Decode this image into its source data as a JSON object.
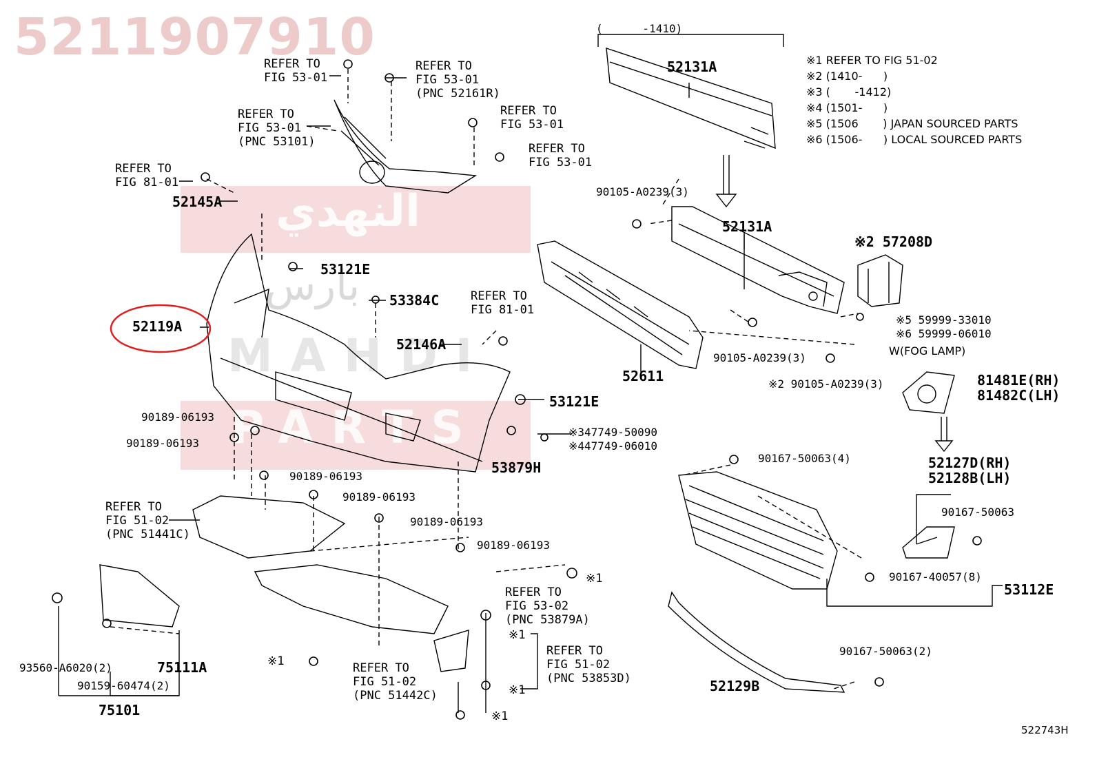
{
  "watermark": {
    "part_number": "5211907910",
    "arabic_line1": "النهدي",
    "arabic_line2": "بارس",
    "latin_line1": "MAHDI",
    "latin_line2": "PARTS"
  },
  "notes": [
    "※1 REFER TO FIG 51-02",
    "※2 (1410-      )",
    "※3 (       -1412)",
    "※4 (1501-      )",
    "※5 (1506       ) JAPAN SOURCED PARTS",
    "※6 (1506-      ) LOCAL SOURCED PARTS"
  ],
  "bracket_range": "(      -1410)",
  "fog_lamp_label": "W(FOG LAMP)",
  "figure_code": "522743H",
  "highlight_color": "#e02020",
  "watermark_color": "#d98e8e",
  "labels": {
    "ref_53_01_a": "REFER TO\nFIG 53-01",
    "ref_53_01_b": "REFER TO\nFIG 53-01\n(PNC 52161R)",
    "ref_53_01_c": "REFER TO\nFIG 53-01\n(PNC 53101)",
    "ref_53_01_d": "REFER TO\nFIG 53-01",
    "ref_53_01_e": "REFER TO\nFIG 53-01",
    "ref_81_01_a": "REFER TO\nFIG 81-01",
    "ref_81_01_b": "REFER TO\nFIG 81-01",
    "p52145a": "52145A",
    "p53121e_top": "53121E",
    "p53384c": "53384C",
    "p52119a": "52119A",
    "p52146a": "52146A",
    "p53121e_mid": "53121E",
    "p90189_a": "90189-06193",
    "p90189_b": "90189-06193",
    "p90189_c": "90189-06193",
    "p90189_d": "90189-06193",
    "p90189_e": "90189-06193",
    "p90189_f": "90189-06193",
    "p47749": "※347749-50090\n※447749-06010",
    "p53879h": "53879H",
    "ref_51_02_a": "REFER TO\nFIG 51-02\n(PNC 51441C)",
    "ref_53_02": "REFER TO\nFIG 53-02\n(PNC 53879A)",
    "ref_51_02_b": "REFER TO\nFIG 51-02\n(PNC 53853D)",
    "ref_51_02_c": "REFER TO\nFIG 51-02\n(PNC 51442C)",
    "mark1_a": "※1",
    "mark1_b": "※1",
    "mark1_c": "※1",
    "mark1_d": "※1",
    "mark1_e": "※1",
    "p93560": "93560-A6020(2)",
    "p90159": "90159-60474(2)",
    "p75111a": "75111A",
    "p75101": "75101",
    "p52131a_top": "52131A",
    "p52131a_mid": "52131A",
    "p90105_a": "90105-A0239(3)",
    "p90105_b": "90105-A0239(3)",
    "p90105_c": "※2 90105-A0239(3)",
    "p57208d": "※2 57208D",
    "p59999": "※5 59999-33010\n※6 59999-06010",
    "p52611": "52611",
    "p81481e": "81481E(RH)\n81482C(LH)",
    "p52127d": "52127D(RH)\n52128B(LH)",
    "p90167_a": "90167-50063(4)",
    "p90167_b": "90167-50063",
    "p90167_c": "90167-40057(8)",
    "p90167_d": "90167-50063(2)",
    "p53112e": "53112E",
    "p52129b": "52129B"
  }
}
